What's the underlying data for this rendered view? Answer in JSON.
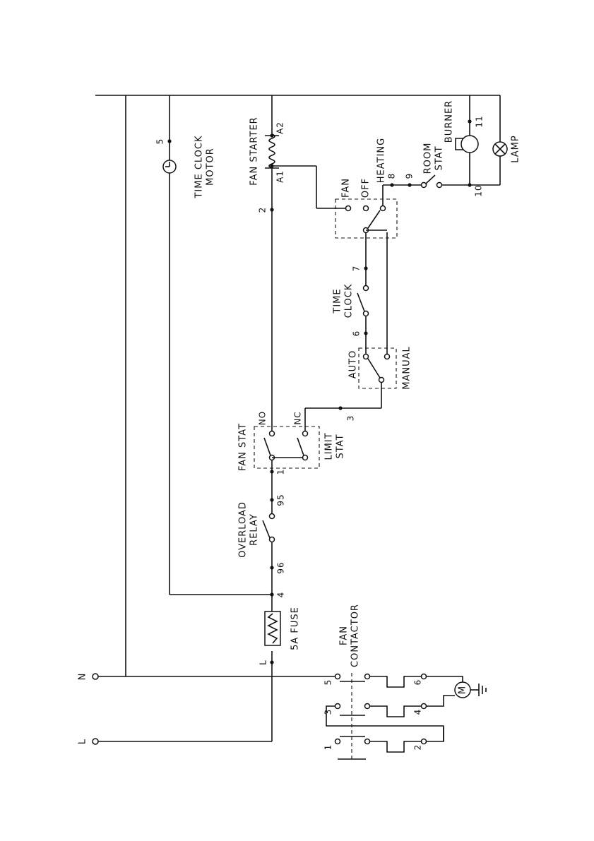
{
  "supply": {
    "live": "L",
    "neutral": "N"
  },
  "labels": {
    "time_clock_motor": [
      "TIME CLOCK",
      "MOTOR"
    ],
    "fan_starter": "FAN STARTER",
    "coil_a1": "A1",
    "coil_a2": "A2",
    "burner": "BURNER",
    "lamp": "LAMP",
    "heating": "HEATING",
    "fan": "FAN",
    "off": "OFF",
    "room_stat": [
      "ROOM",
      "STAT"
    ],
    "time_clock": [
      "TIME",
      "CLOCK"
    ],
    "auto": "AUTO",
    "manual": "MANUAL",
    "fan_stat": "FAN STAT",
    "no": "NO",
    "nc": "NC",
    "limit_stat": [
      "LIMIT",
      "STAT"
    ],
    "overload_relay": [
      "OVERLOAD",
      "RELAY"
    ],
    "fuse": "5A FUSE",
    "fan_contactor": [
      "FAN",
      "CONTACTOR"
    ],
    "motor": "M"
  },
  "terminals": {
    "t1": "1",
    "t2": "2",
    "t3": "3",
    "t4": "4",
    "t5": "5",
    "t6": "6",
    "t7": "7",
    "t8": "8",
    "t9": "9",
    "t10": "10",
    "t11": "11",
    "t95": "95",
    "t96": "96",
    "tl": "L",
    "c1": "1",
    "c2": "2",
    "c3": "3",
    "c4": "4",
    "c5": "5",
    "c6": "6"
  },
  "colors": {
    "line": "#111111",
    "background": "#ffffff"
  }
}
